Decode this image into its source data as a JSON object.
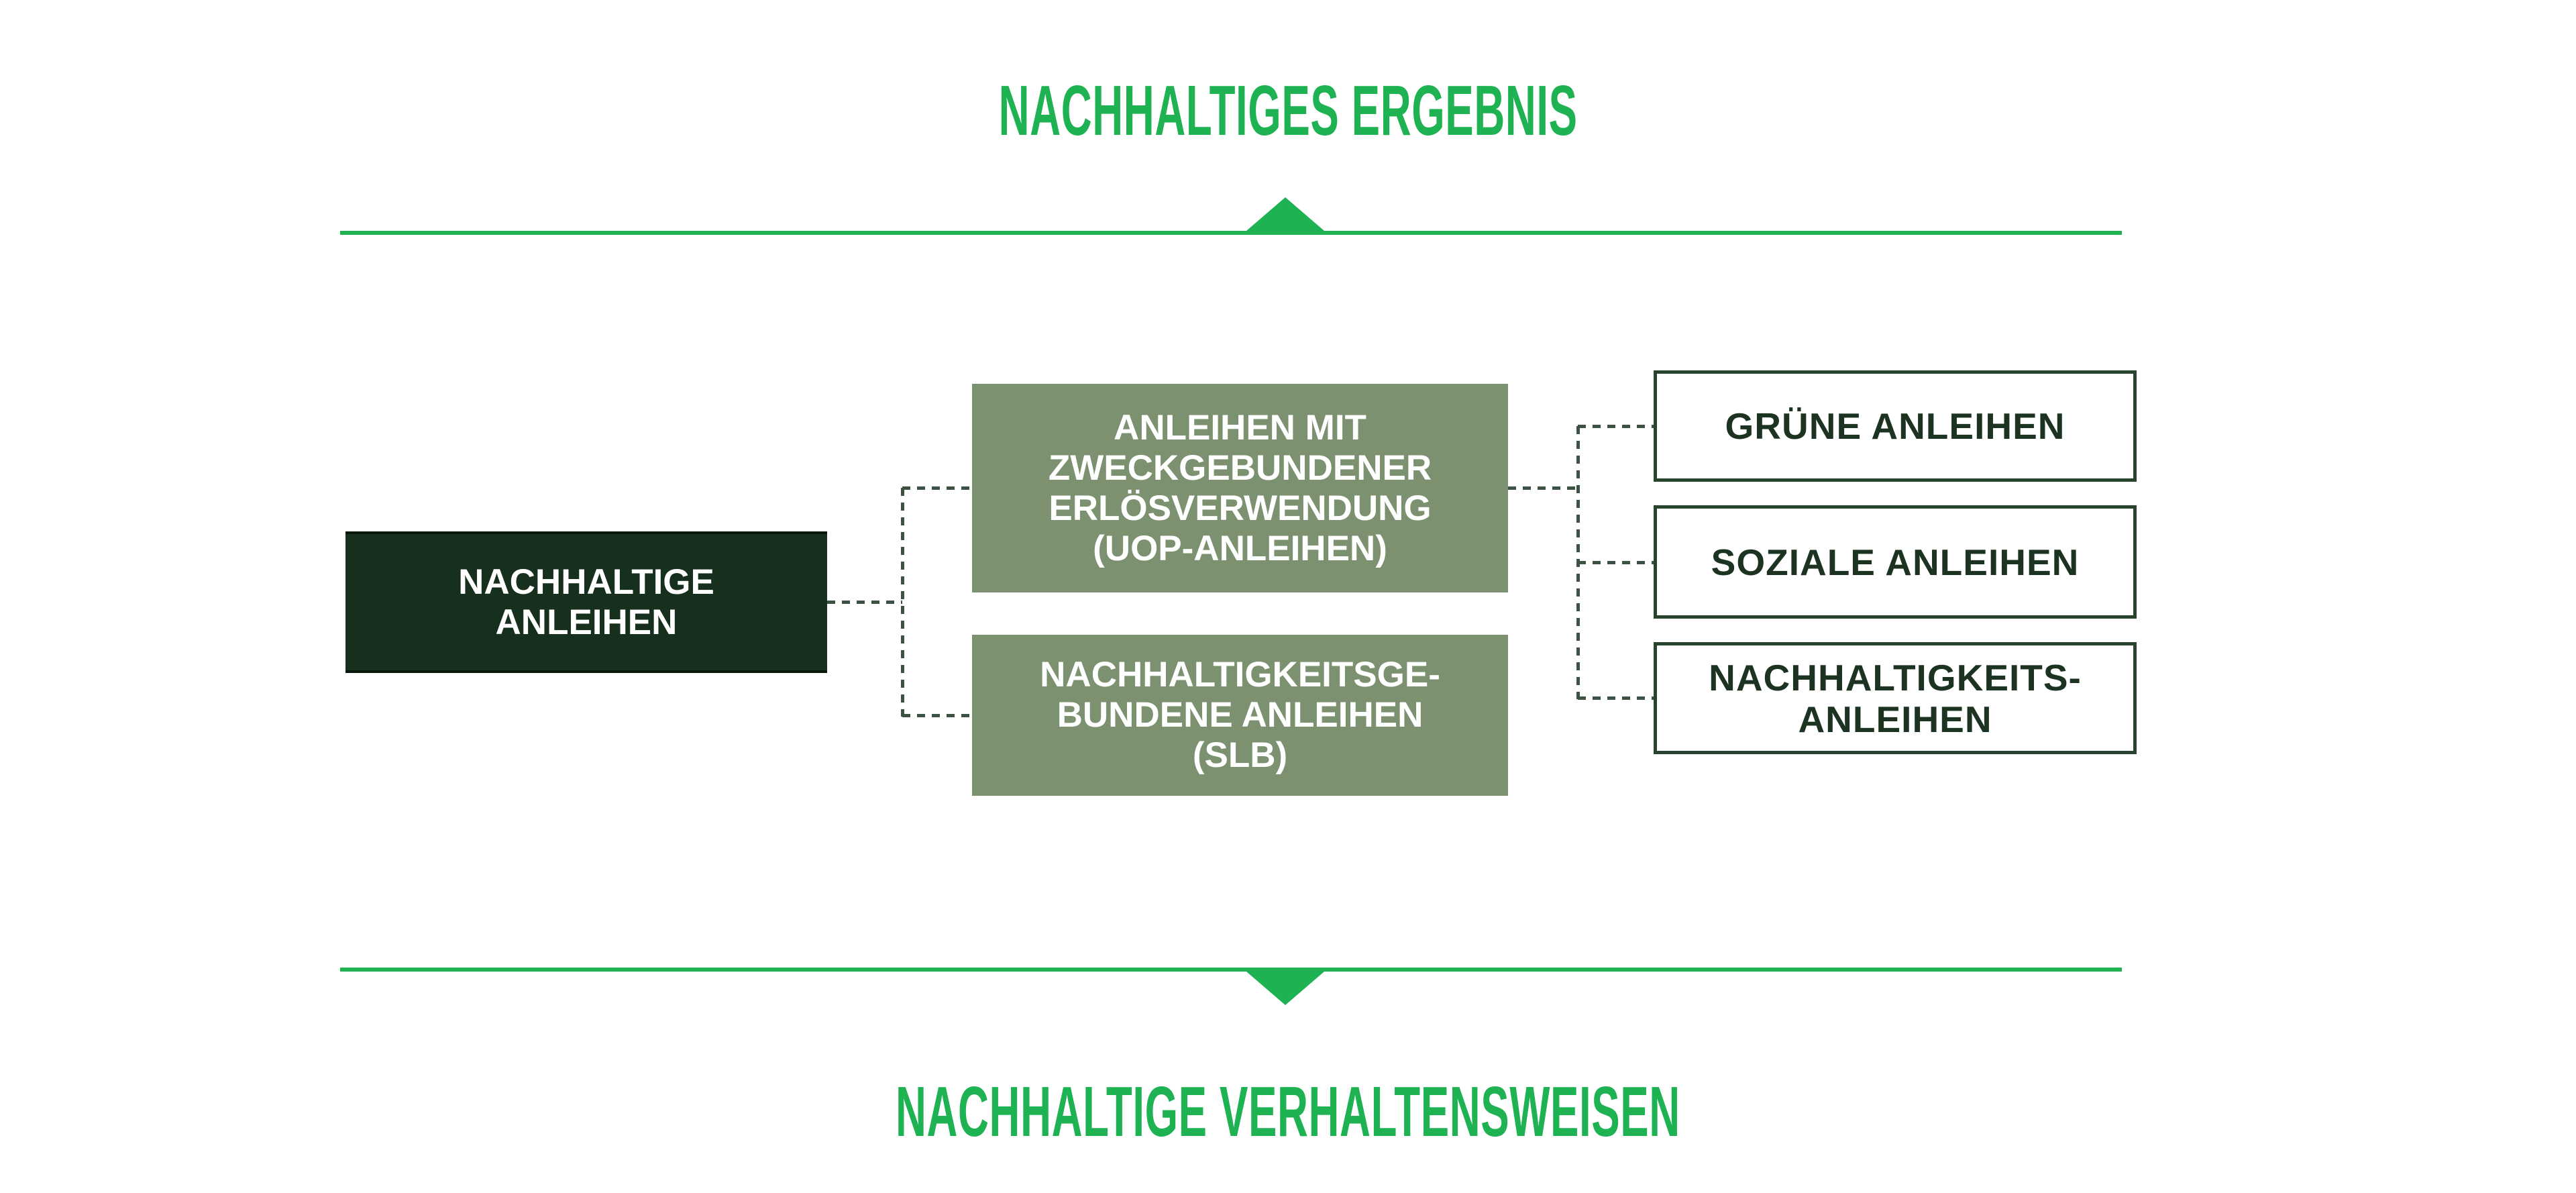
{
  "diagram": {
    "top_banner": {
      "title": "NACHHALTIGES ERGEBNIS"
    },
    "bottom_banner": {
      "title": "NACHHALTIGE VERHALTENSWEISEN"
    },
    "root_node": {
      "label": "NACHHALTIGE\nANLEIHEN"
    },
    "mid_nodes": [
      {
        "id": "uop",
        "label": "ANLEIHEN MIT\nZWECKGEBUNDENER\nERLÖSVERWENDUNG\n(UOP-ANLEIHEN)"
      },
      {
        "id": "slb",
        "label": "NACHHALTIGKEITSGE-\nBUNDENE ANLEIHEN\n(SLB)"
      }
    ],
    "leaf_nodes": [
      {
        "id": "green-bonds",
        "label": "GRÜNE ANLEIHEN"
      },
      {
        "id": "social-bonds",
        "label": "SOZIALE ANLEIHEN"
      },
      {
        "id": "sustainability-bonds",
        "label": "NACHHALTIGKEITS-\nANLEIHEN"
      }
    ],
    "colors": {
      "accent": "#1eb253",
      "dark-fill": "#172f1d",
      "dark-border": "#0a150c",
      "sage-fill": "#7b9170",
      "leaf-border": "#28432e",
      "leaf-text": "#1d3322",
      "connector": "#3c5243"
    }
  }
}
